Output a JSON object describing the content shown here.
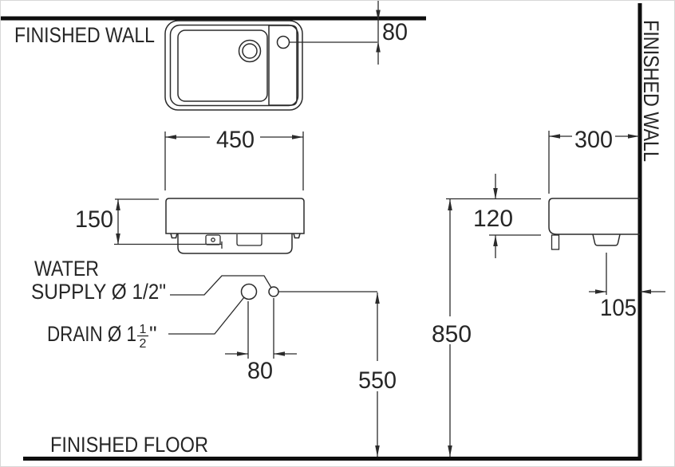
{
  "drawing": {
    "type": "sanitary-ware installation drawing",
    "walls": {
      "top_wall_label": "FINISHED WALL",
      "right_wall_label": "FINISHED WALL",
      "floor_label": "FINISHED FLOOR"
    },
    "callouts": {
      "water_line1": "WATER",
      "water_line2": "SUPPLY Ø 1/2\"",
      "drain_prefix": "DRAIN Ø 1",
      "drain_frac_num": "1",
      "drain_frac_den": "2",
      "drain_suffix": "\""
    },
    "dims": {
      "faucet_to_wall": "80",
      "basin_width": "450",
      "front_height": "150",
      "holes_spacing": "80",
      "supply_height": "550",
      "rim_height": "850",
      "basin_depth": "300",
      "body_height": "120",
      "drain_to_wall": "105"
    },
    "colors": {
      "line": "#2b2b2b",
      "wall": "#0e0e0e",
      "background": "#ffffff"
    }
  }
}
